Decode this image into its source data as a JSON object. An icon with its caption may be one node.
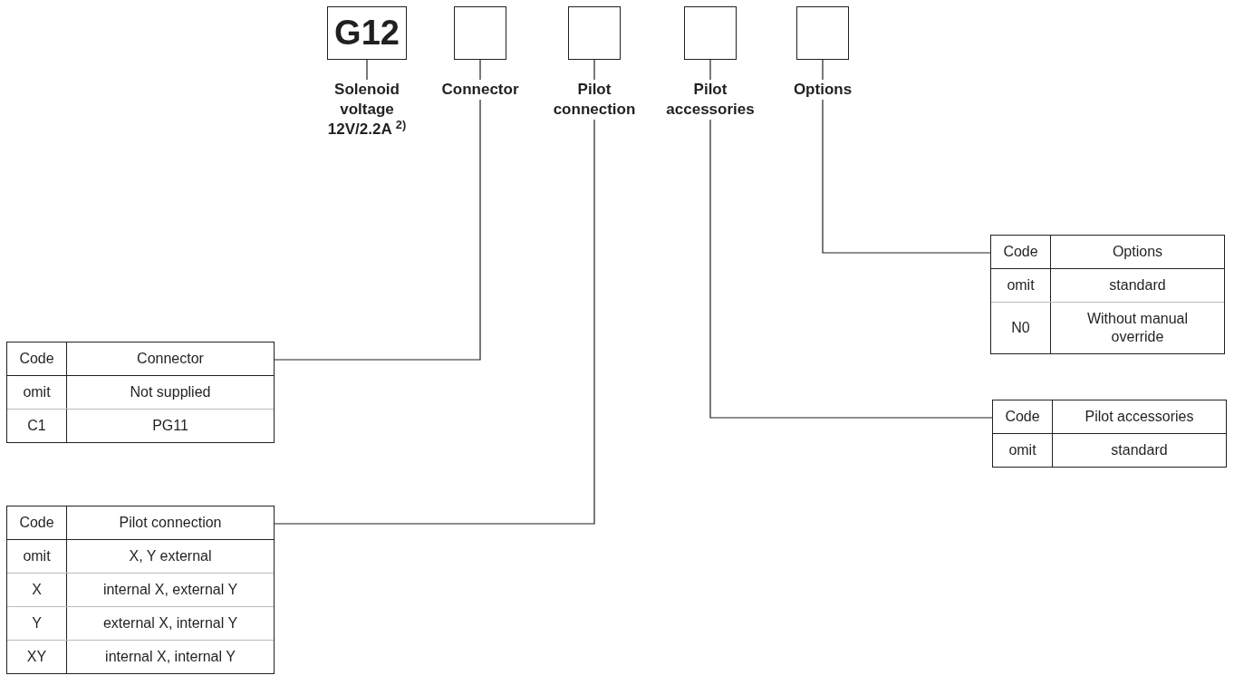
{
  "diagram": {
    "nodes": [
      {
        "text": [
          "G12"
        ]
      },
      {
        "text": [],
        "shape": "box"
      },
      {
        "text": [],
        "shape": "box"
      },
      {
        "text": [],
        "shape": "box"
      },
      {
        "text": [],
        "shape": "box"
      },
      {
        "text": [
          "Solenoid voltage 12V/2.2A $^{2)}$"
        ]
      },
      {
        "text": [
          "Connector"
        ]
      },
      {
        "text": [
          "Pilot connection"
        ]
      },
      {
        "text": [
          "Pilot accessories"
        ]
      },
      {
        "text": [
          "Options"
        ]
      },
      {
        "text": [
          "Code",
          "Options",
          "omit",
          "standard",
          "N0",
          "Without manual override"
        ]
      },
      {
        "text": [
          "Code",
          "Connector",
          "omit",
          "Not supplied",
          "C1",
          "PG11"
        ]
      },
      {
        "text": [
          "Code",
          "Pilot accessories",
          "omit",
          "standard"
        ]
      },
      {
        "text": [
          "Code",
          "Pilot connection",
          "omit",
          "X, Y external",
          "X",
          "internal X, external Y",
          "Y",
          "external X, internal Y",
          "XY",
          "internal X, internal Y"
        ]
      }
    ],
    "edges": [
      {
        "from": 0,
        "to": 5,
        "arrow": "none"
      },
      {
        "from": 1,
        "to": 6,
        "arrow": "none"
      },
      {
        "from": 2,
        "to": 7,
        "arrow": "none"
      },
      {
        "from": 3,
        "to": 8,
        "arrow": "none"
      },
      {
        "from": 4,
        "to": 9,
        "arrow": "none"
      },
      {
        "from": 6,
        "to": 11,
        "arrow": "none"
      },
      {
        "from": 7,
        "to": 13,
        "arrow": "none"
      },
      {
        "from": 8,
        "to": 12,
        "arrow": "none"
      },
      {
        "from": 9,
        "to": 10,
        "arrow": "none"
      }
    ]
  }
}
